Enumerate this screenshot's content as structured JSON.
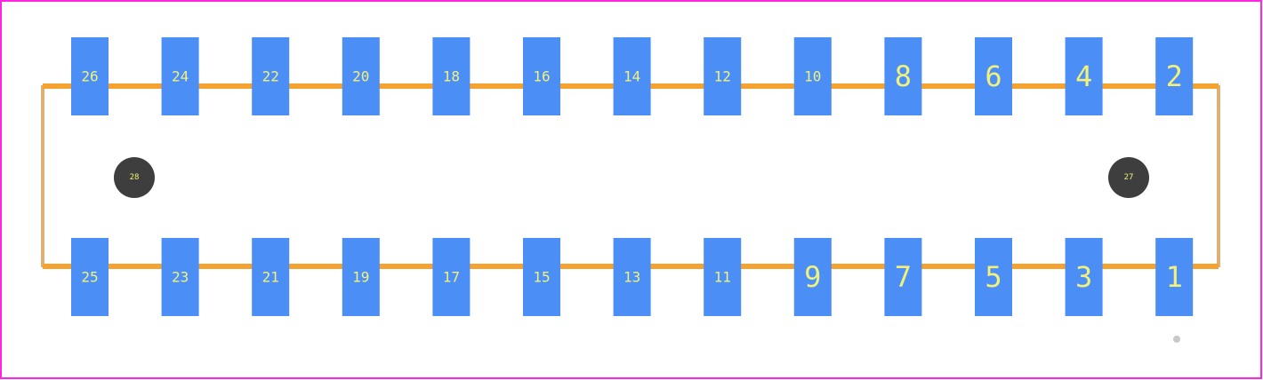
{
  "footprint": {
    "colors": {
      "board_border": "#ff26e2",
      "outline": "#f4a331",
      "outline_side": "#ddb077",
      "pad": "#4a8ef6",
      "pad_label": "#f2f27a",
      "mounting_hole": "#3e3e3e",
      "origin_marker": "#c8c8c8"
    },
    "top_row": {
      "pads": [
        {
          "label": "26"
        },
        {
          "label": "24"
        },
        {
          "label": "22"
        },
        {
          "label": "20"
        },
        {
          "label": "18"
        },
        {
          "label": "16"
        },
        {
          "label": "14"
        },
        {
          "label": "12"
        },
        {
          "label": "10"
        },
        {
          "label": "8"
        },
        {
          "label": "6"
        },
        {
          "label": "4"
        },
        {
          "label": "2"
        }
      ]
    },
    "bottom_row": {
      "pads": [
        {
          "label": "25"
        },
        {
          "label": "23"
        },
        {
          "label": "21"
        },
        {
          "label": "19"
        },
        {
          "label": "17"
        },
        {
          "label": "15"
        },
        {
          "label": "13"
        },
        {
          "label": "11"
        },
        {
          "label": "9"
        },
        {
          "label": "7"
        },
        {
          "label": "5"
        },
        {
          "label": "3"
        },
        {
          "label": "1"
        }
      ]
    },
    "mounting_holes": [
      {
        "label": "28"
      },
      {
        "label": "27"
      }
    ]
  }
}
